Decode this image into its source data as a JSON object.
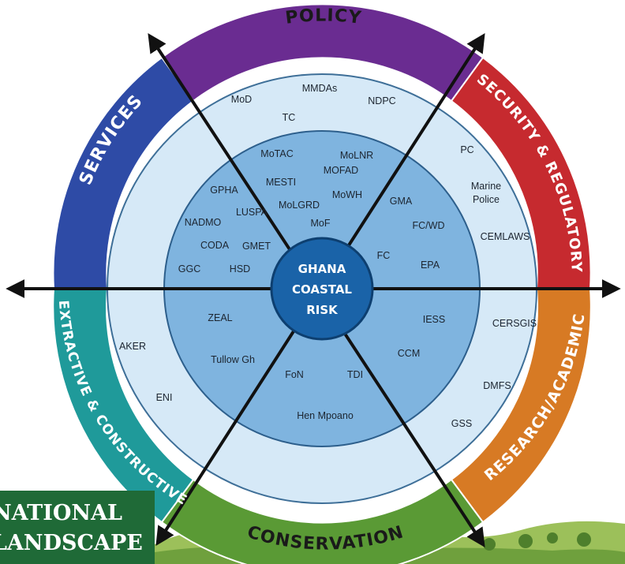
{
  "center": {
    "lines": [
      "GHANA",
      "COASTAL",
      "RISK"
    ]
  },
  "sectors": {
    "policy": "POLICY",
    "security": "SECURITY & REGULATORY",
    "research": "RESEARCH/ACADEMIC",
    "conservation": "CONSERVATION",
    "extractive": "EXTRACTIVE & CONSTRUCTIVE",
    "services": "SERVICES"
  },
  "actors": {
    "middle_ring": {
      "policy": [
        "MoD",
        "MMDAs",
        "NDPC",
        "TC"
      ],
      "security": [
        "PC",
        "Marine",
        "Police",
        "CEMLAWS"
      ],
      "research": [
        "CERSGIS",
        "DMFS",
        "GSS"
      ],
      "extractive": [
        "AKER",
        "ENI"
      ]
    },
    "inner_ring": {
      "policy": [
        "MoTAC",
        "MoLNR",
        "MESTI",
        "MOFAD",
        "MoLGRD",
        "MoWH",
        "MoF"
      ],
      "services": [
        "GPHA",
        "LUSPA",
        "NADMO",
        "CODA",
        "GMET",
        "GGC",
        "HSD"
      ],
      "security": [
        "GMA",
        "FC/WD",
        "FC",
        "EPA"
      ],
      "research": [
        "IESS",
        "CCM"
      ],
      "conservation": [
        "FoN",
        "TDI",
        "Hen Mpoano"
      ],
      "extractive": [
        "ZEAL",
        "Tullow Gh"
      ]
    }
  },
  "footer": {
    "line1": "NATIONAL",
    "line2": "LANDSCAPE"
  },
  "colors": {
    "policy": "#6a2c91",
    "security": "#c62a2f",
    "research": "#d77a24",
    "conservation": "#5a9a35",
    "extractive": "#1f9a9a",
    "services": "#2e4ba6",
    "middle_ring": "#d6e9f7",
    "inner_ring": "#7fb4df",
    "center": "#1a63a8",
    "banner": "#1f6a37"
  }
}
